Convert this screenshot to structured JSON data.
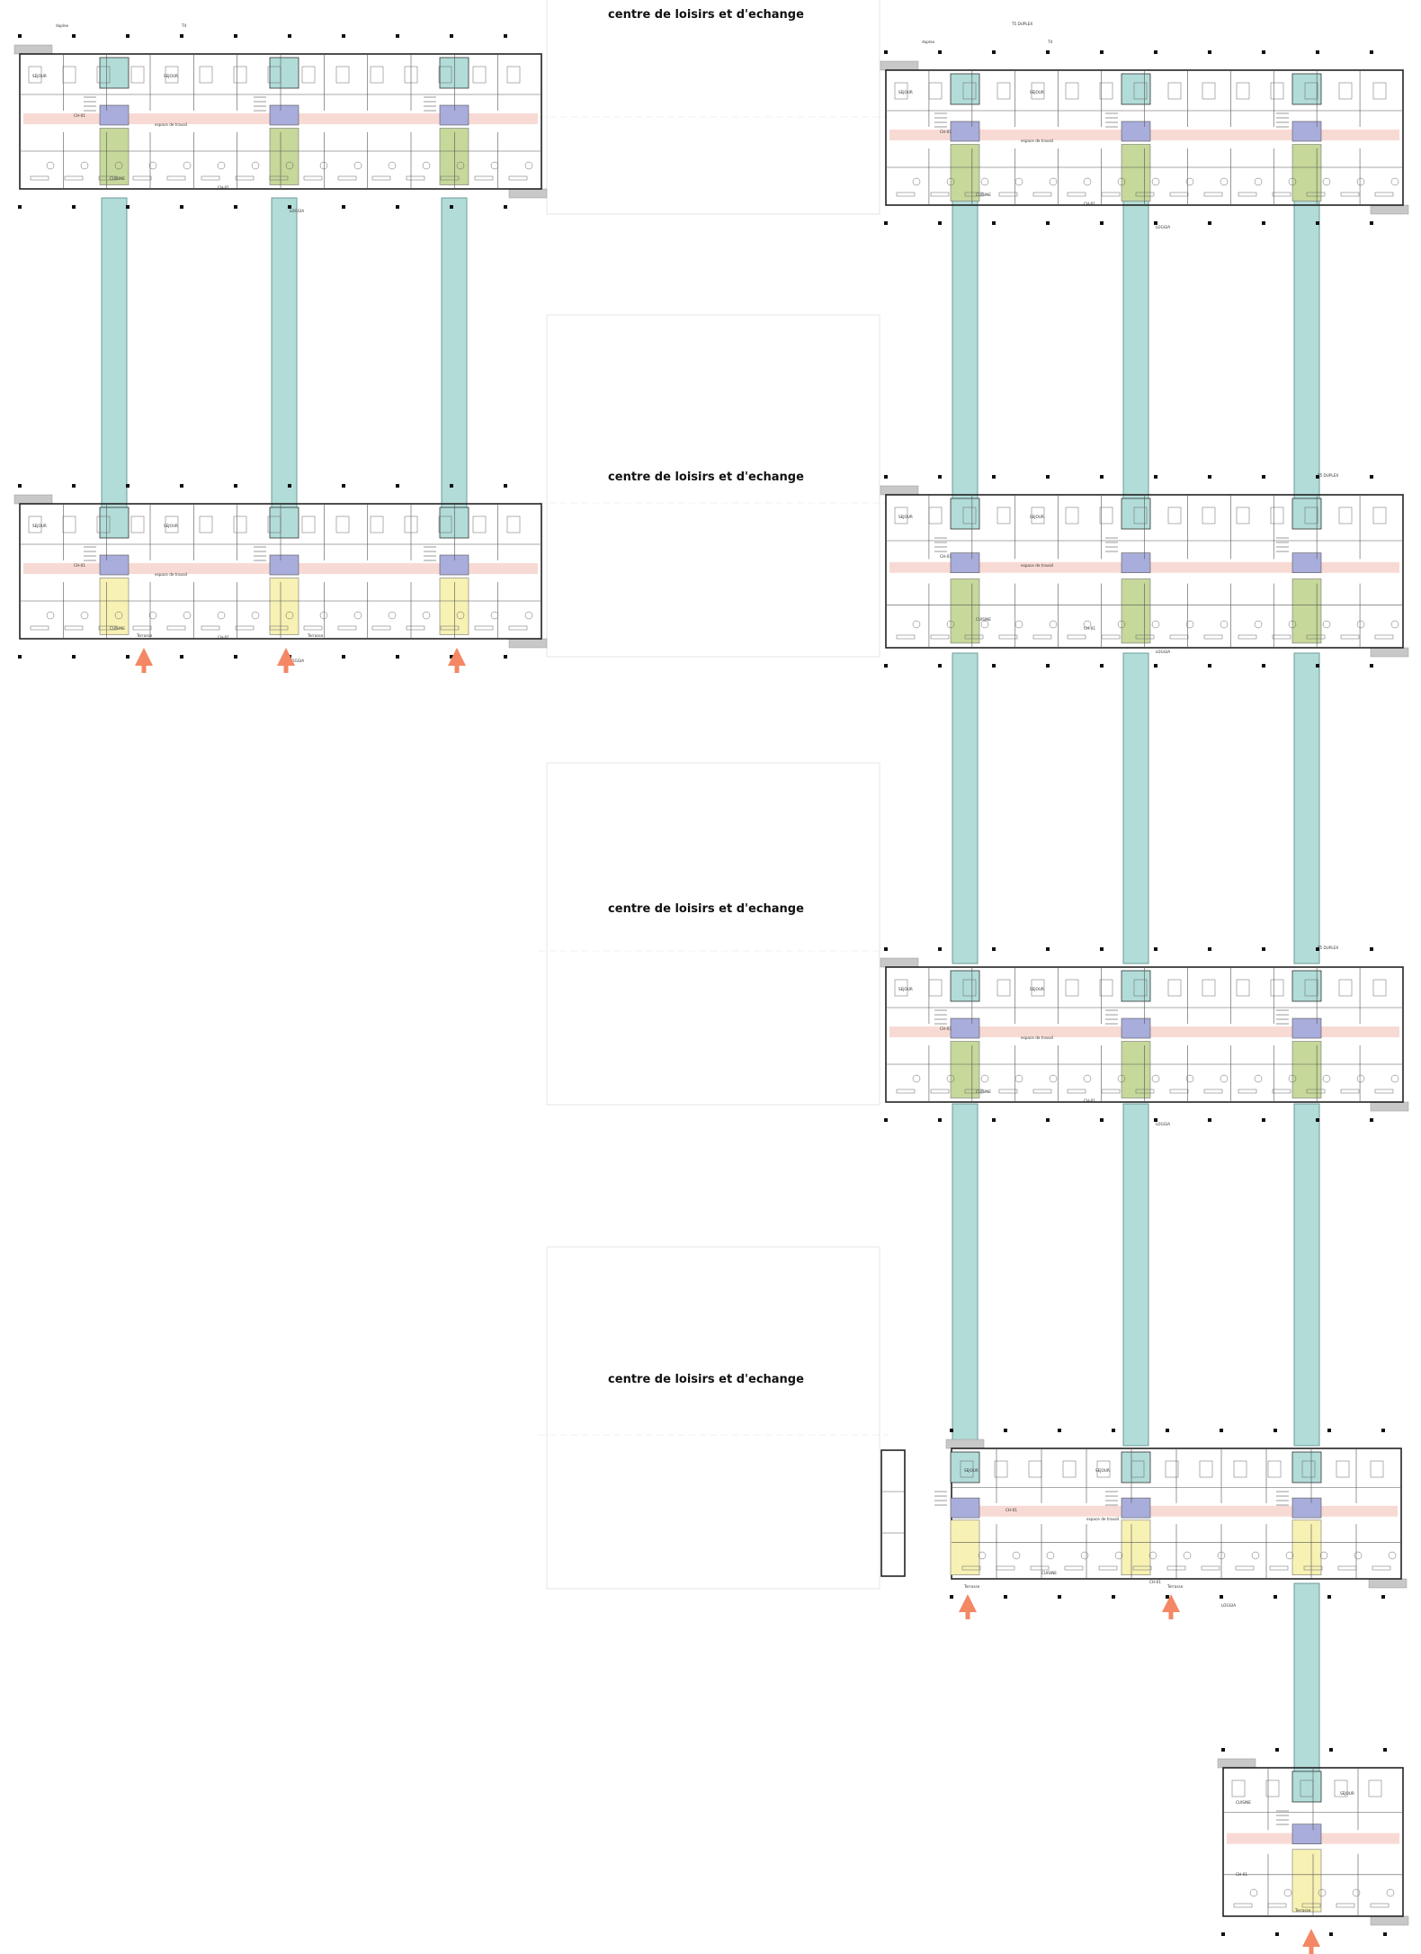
{
  "centre_label": "centre de loisirs et d'echange",
  "room_labels": {
    "sejour": "SEJOUR",
    "cuisine": "CUISINE",
    "chambre": "CH-01",
    "loggia": "LOGGIA",
    "terrasse": "Terrasse",
    "espace_travail": "espace de travail",
    "duplex": "duplex",
    "t4": "T4",
    "t5_duplex": "T5 DUPLEX"
  },
  "colors": {
    "bridge": "#b2dcd8",
    "bridge_edge": "#6b9c98",
    "circulation": "#f6cdc6",
    "landing": "#a9addb",
    "garden": "#c6d89a",
    "lobby": "#f7f1b3",
    "balcony": "#c8c8c8",
    "arrow": "#f48764"
  }
}
